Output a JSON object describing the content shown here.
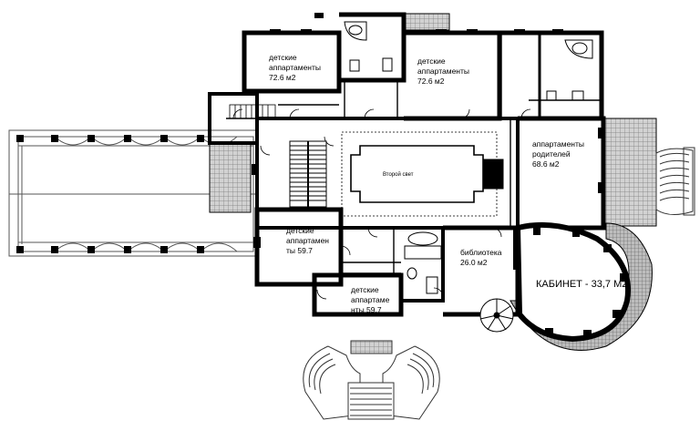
{
  "rooms": {
    "kids_nw": {
      "line1": "детские",
      "line2": "аппартаменты",
      "line3": "72.6 м2"
    },
    "kids_ne": {
      "line1": "детские",
      "line2": "аппартаменты",
      "line3": "72.6 м2"
    },
    "parents": {
      "line1": "аппартаменты",
      "line2": "родителей",
      "line3": "68.6 м2"
    },
    "hall": {
      "label": "Второй свет"
    },
    "kids_sw": {
      "line1": "детские",
      "line2": "аппартамен",
      "line3": "ты 59.7"
    },
    "kids_s": {
      "line1": "детские",
      "line2": "аппартаме",
      "line3": "нты 59.7"
    },
    "library": {
      "line1": "библиотека",
      "line2": "26.0 м2"
    },
    "cabinet": {
      "label": "КАБИНЕТ - 33,7 М2."
    }
  },
  "colors": {
    "wall": "#000000",
    "terrace_fill": "#b9b9b9",
    "line": "#444444"
  }
}
